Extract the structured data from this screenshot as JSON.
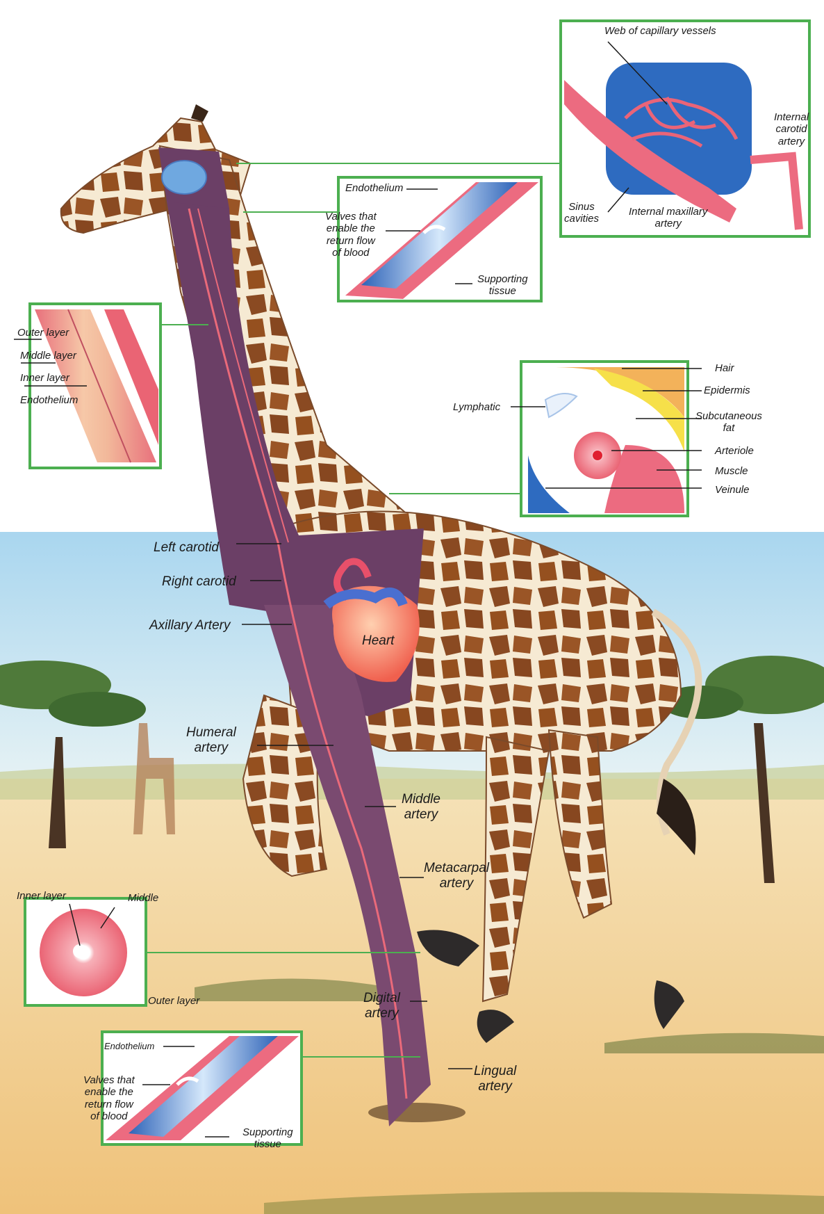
{
  "labels": {
    "web_capillary": "Web of capillary vessels",
    "internal_carotid": "Internal\ncarotid\nartery",
    "sinus_cavities": "Sinus\ncavities",
    "internal_maxillary": "Internal maxillary\nartery",
    "endothelium_top": "Endothelium",
    "valves_top": "Valves that\nenable the\nreturn flow\nof blood",
    "supporting_top": "Supporting\ntissue",
    "outer_layer_left": "Outer layer",
    "middle_layer_left": "Middle layer",
    "inner_layer_left": "Inner layer",
    "endothelium_left": "Endothelium",
    "hair": "Hair",
    "epidermis": "Epidermis",
    "lymphatic": "Lymphatic",
    "subcutaneous_fat": "Subcutaneous\nfat",
    "arteriole": "Arteriole",
    "muscle": "Muscle",
    "veinule": "Veinule",
    "left_carotid": "Left carotid",
    "right_carotid": "Right carotid",
    "axillary_artery": "Axillary Artery",
    "heart": "Heart",
    "humeral_artery": "Humeral\nartery",
    "middle_artery": "Middle\nartery",
    "metacarpal_artery": "Metacarpal\nartery",
    "inner_layer_bottom": "Inner layer",
    "middle_bottom": "Middle",
    "outer_layer_bottom": "Outer layer",
    "digital_artery": "Digital\nartery",
    "lingual_artery": "Lingual\nartery",
    "endothelium_bottom": "Endothelium",
    "valves_bottom": "Valves that\nenable the\nreturn flow\nof blood",
    "supporting_bottom": "Supporting\ntissue"
  },
  "colors": {
    "inset_border": "#4caf50",
    "artery": "#e8506a",
    "vein": "#3f7fd0",
    "body_cutaway": "#6b3f66",
    "giraffe_patch": "#8a4a22",
    "sky": "#bfe0f2",
    "savanna": "#f0c884"
  }
}
